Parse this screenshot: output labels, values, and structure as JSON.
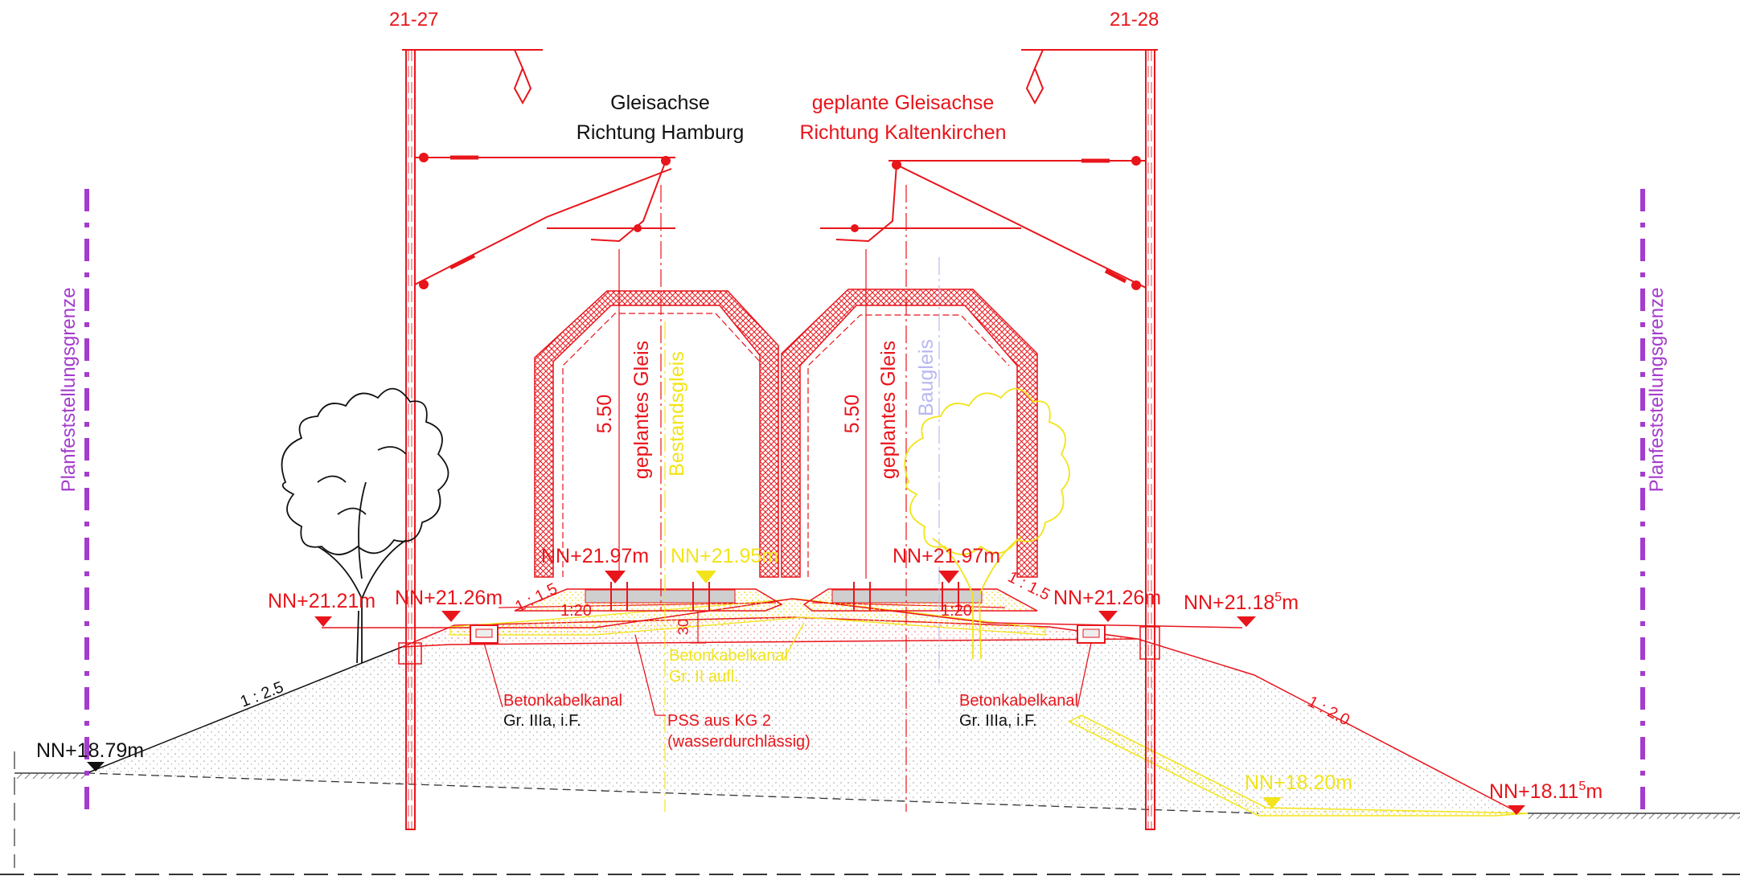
{
  "masts": {
    "left_id": "21-27",
    "right_id": "21-28"
  },
  "track_axes": {
    "existing_line1": "Gleisachse",
    "existing_line2": "Richtung Hamburg",
    "planned_line1": "geplante Gleisachse",
    "planned_line2": "Richtung Kaltenkirchen"
  },
  "boundary": {
    "left_label": "Planfeststellungsgrenze",
    "right_label": "Planfeststellungsgrenze"
  },
  "clearance": {
    "left_height": "5.50",
    "left_label": "geplantes Gleis",
    "left_existing": "Bestandsgleis",
    "right_height": "5.50",
    "right_label": "geplantes Gleis",
    "right_temporary": "Baugleis"
  },
  "elevations": {
    "rail_left_planned": "NN+21.97m",
    "rail_left_existing": "NN+21.95m",
    "rail_right_planned": "NN+21.97m",
    "formation_left_outer": "NN+21.21m",
    "formation_left_inner": "NN+21.26m",
    "formation_right_inner": "NN+21.26m",
    "formation_right_outer_main": "NN+21.18",
    "formation_right_outer_sup": "5",
    "formation_right_outer_unit": "m",
    "ground_left": "NN+18.79m",
    "ground_right_yellow": "NN+18.20m",
    "ground_right_main": "NN+18.11",
    "ground_right_sup": "5",
    "ground_right_unit": "m"
  },
  "slopes": {
    "ballast_left": "1 : 1.5",
    "ballast_right": "1 : 1.5",
    "crossfall_left": "1:20",
    "crossfall_right": "1:20",
    "embankment_left": "1 : 2.5",
    "embankment_right": "1 : 2.0",
    "layer_thickness": "30"
  },
  "annotations": {
    "cable_left_line1": "Betonkabelkanal",
    "cable_left_line2": "Gr. IIIa, i.F.",
    "cable_mid_line1": "Betonkabelkanal",
    "cable_mid_line2": "Gr. II  aufl.",
    "pss_line1": "PSS aus KG 2",
    "pss_line2": "(wasserdurchlässig)",
    "cable_right_line1": "Betonkabelkanal",
    "cable_right_line2": "Gr. IIIa, i.F."
  },
  "colors": {
    "red": "#e8151b",
    "yellow": "#f2e41a",
    "purple": "#a43ccc",
    "lavender": "#b8b8f0",
    "black": "#111111"
  }
}
